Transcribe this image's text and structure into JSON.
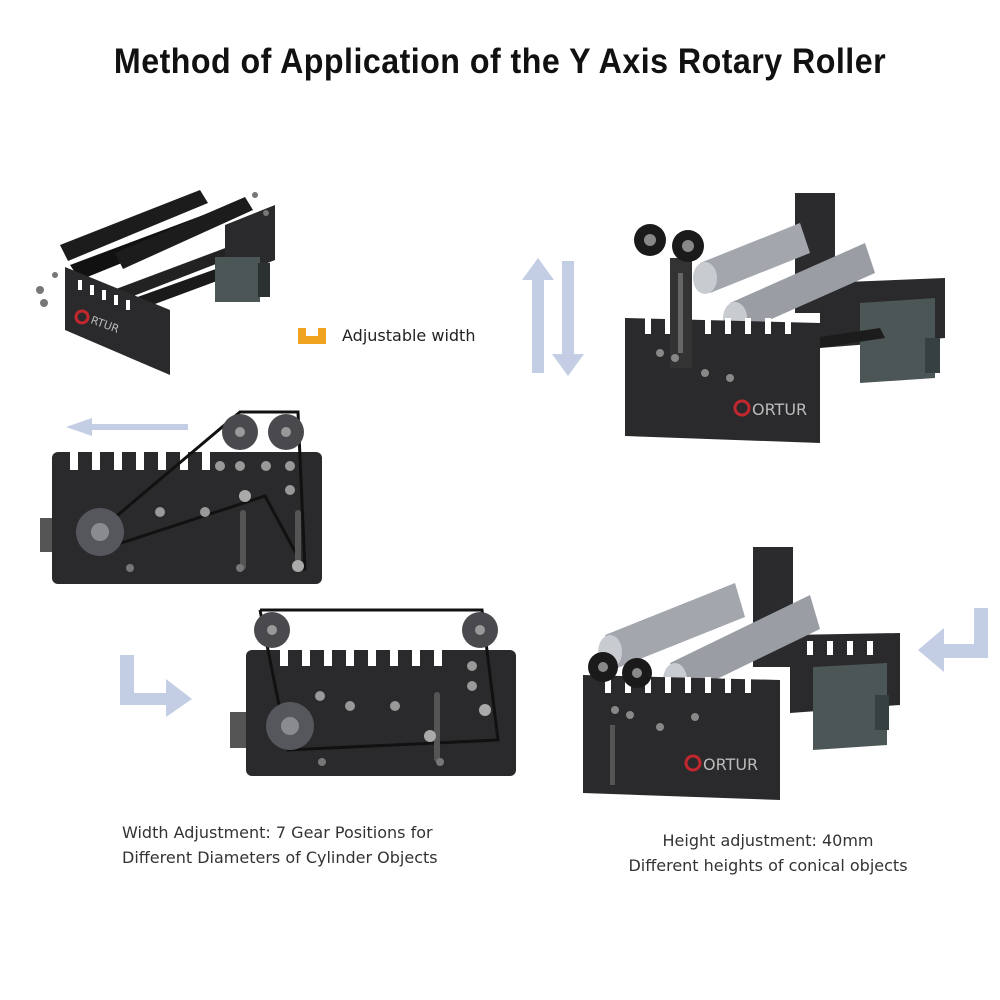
{
  "title": "Method of Application of the Y Axis Rotary Roller",
  "legend": {
    "label": "Adjustable width",
    "icon": "width-bracket-icon",
    "icon_color": "#f0a31f"
  },
  "captions": {
    "width_line1": "Width Adjustment: 7 Gear Positions for",
    "width_line2": "Different Diameters of Cylinder Objects",
    "height_line1": "Height adjustment: 40mm",
    "height_line2": "Different heights of conical objects"
  },
  "brand": {
    "text": "ORTUR",
    "accent_color": "#c2272d"
  },
  "colors": {
    "arrow": "#c3cee4",
    "metal": "#2a2a2c",
    "roller": "#9a9ea4",
    "motor": "#4c5656"
  }
}
